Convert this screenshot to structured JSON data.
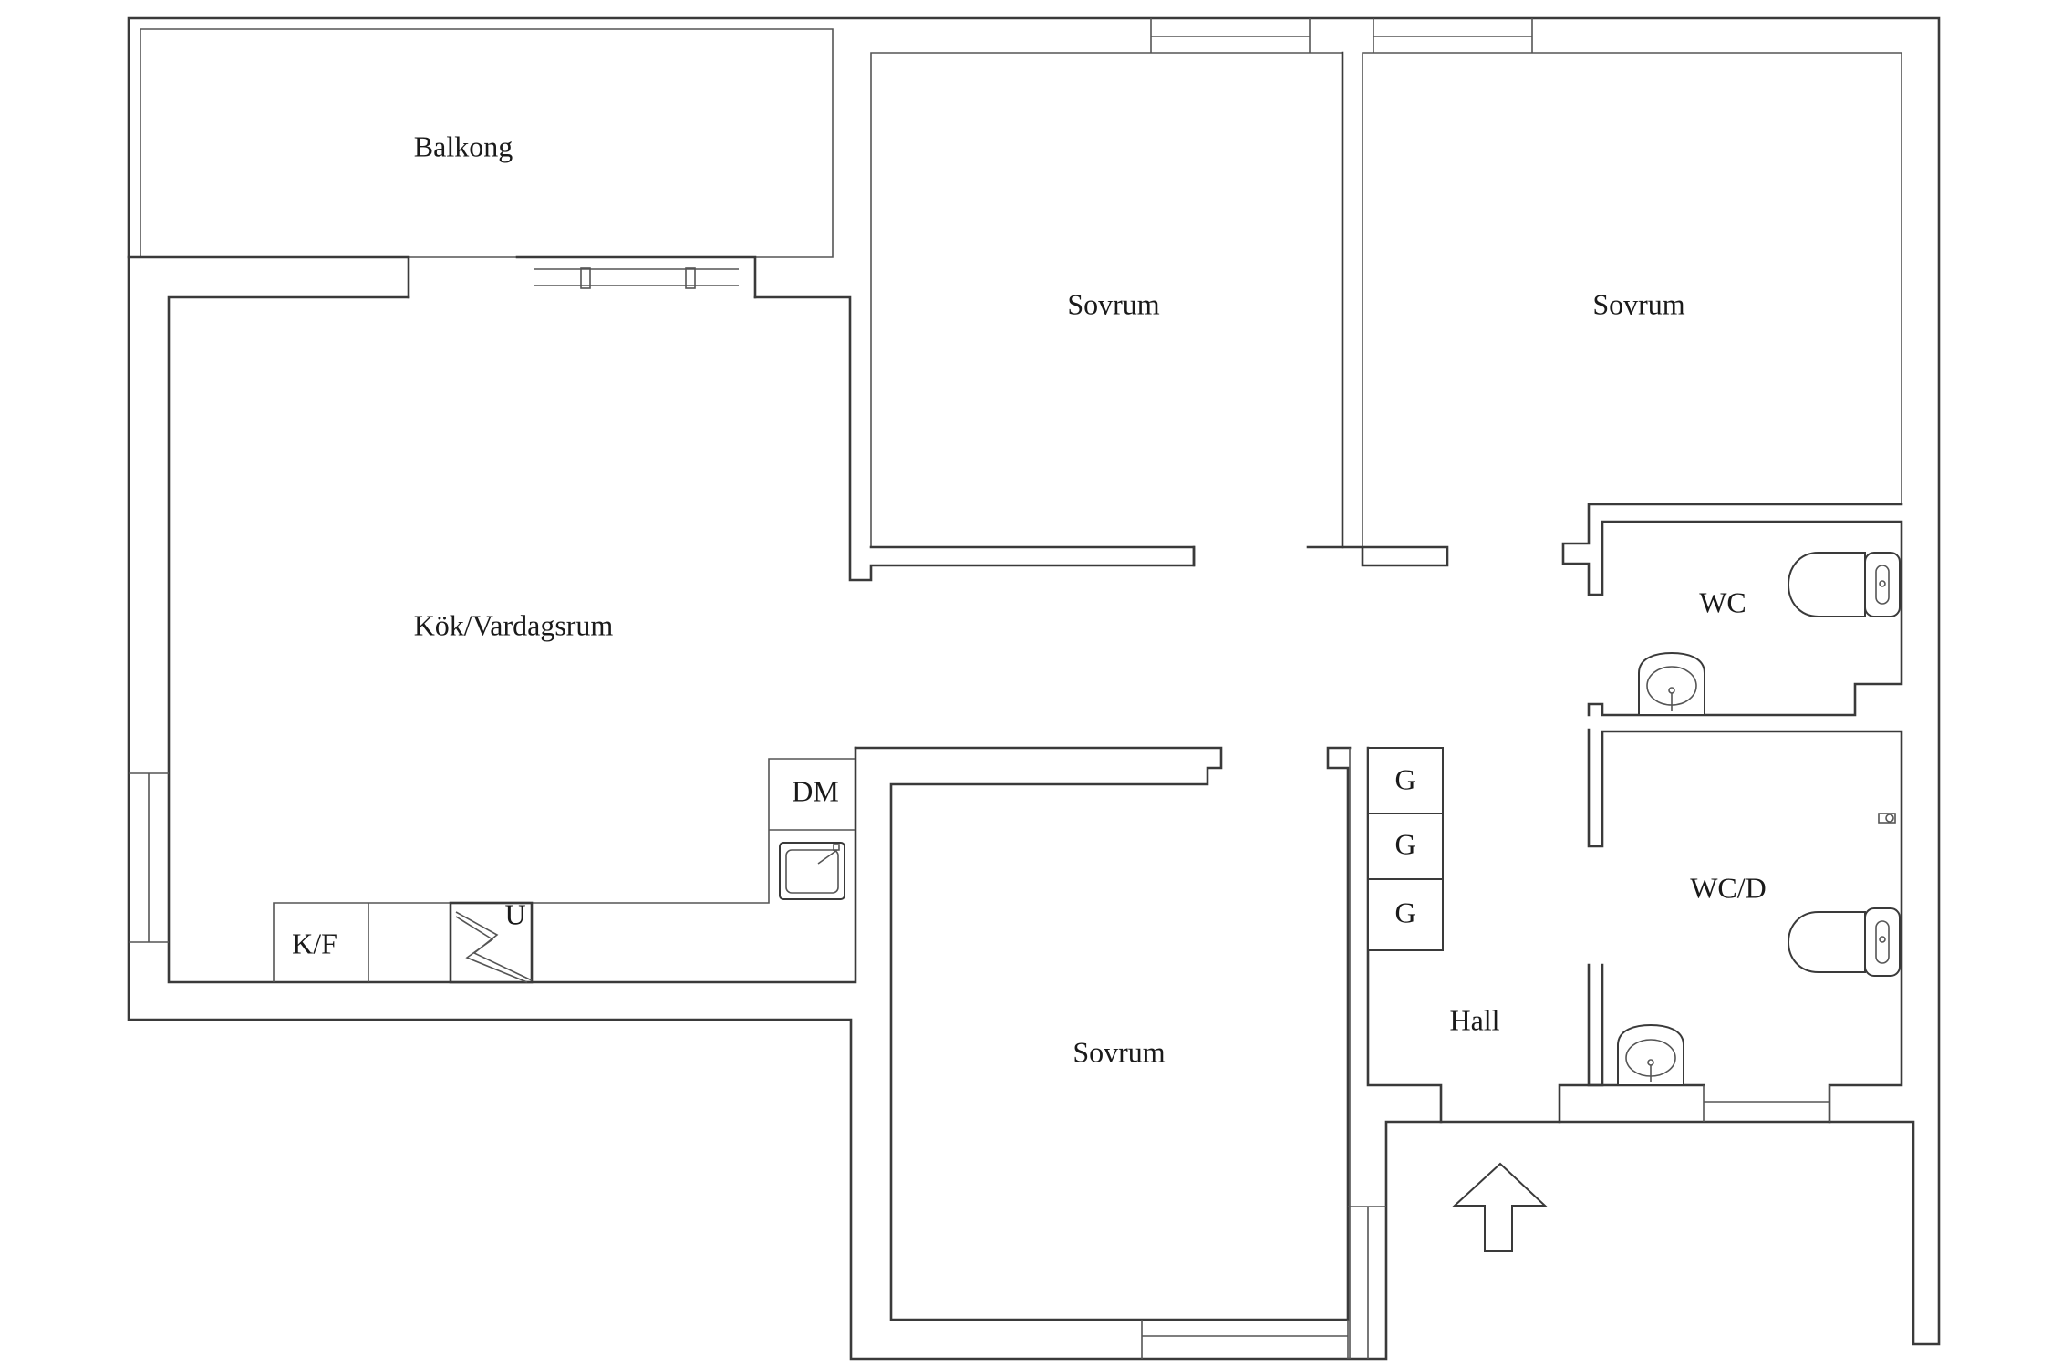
{
  "rooms": {
    "balcony": "Balkong",
    "bedroom_1": "Sovrum",
    "bedroom_2": "Sovrum",
    "bedroom_3": "Sovrum",
    "kitchen_living": "Kök/Vardagsrum",
    "wc": "WC",
    "wc_shower": "WC/D",
    "hall": "Hall"
  },
  "fixtures": {
    "dishwasher": "DM",
    "fridge_freezer": "K/F",
    "oven": "U",
    "wardrobe_1": "G",
    "wardrobe_2": "G",
    "wardrobe_3": "G"
  },
  "icons": {
    "entrance": "entrance-arrow-icon",
    "sink": "sink-icon",
    "toilet": "toilet-icon",
    "stove": "stove-icon"
  }
}
